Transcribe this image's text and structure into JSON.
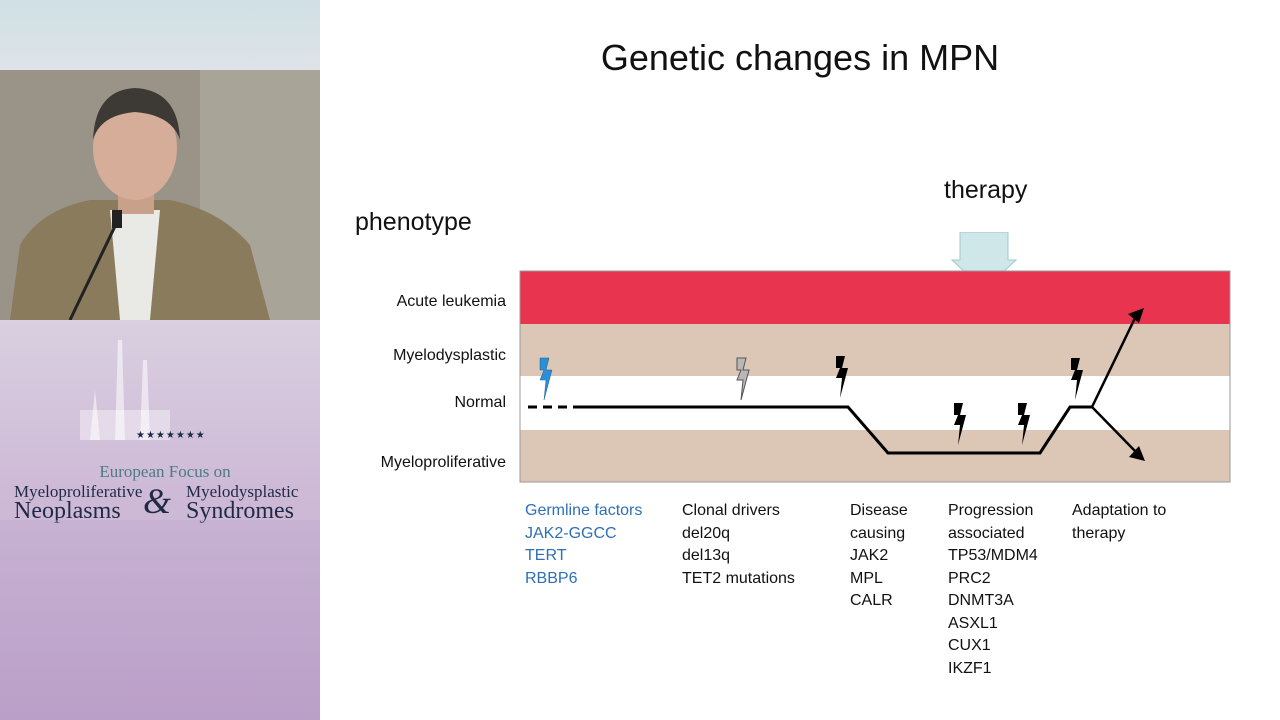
{
  "slide": {
    "title": "Genetic changes in MPN",
    "therapy_label": "therapy",
    "phenotype_label": "phenotype"
  },
  "phenotypes": {
    "acute": "Acute leukemia",
    "myelodysplastic": "Myelodysplastic",
    "normal": "Normal",
    "myeloproliferative": "Myeloproliferative"
  },
  "colors": {
    "acute_band": "#e8344e",
    "disease_band": "#dcc6b6",
    "normal_band": "#ffffff",
    "germline_text": "#2f6fb5",
    "therapy_arrow": "#cfe7e8",
    "germline_bolt": "#2b8fd6",
    "clonal_bolt": "#b8b8b8"
  },
  "columns": {
    "germline": {
      "title": "Germline factors",
      "items": [
        "JAK2-GGCC",
        "TERT",
        "RBBP6"
      ]
    },
    "clonal": {
      "title": "Clonal drivers",
      "items": [
        "del20q",
        "del13q",
        "TET2 mutations"
      ]
    },
    "disease": {
      "title_1": "Disease",
      "title_2": "causing",
      "items": [
        "JAK2",
        "MPL",
        "CALR"
      ]
    },
    "progression": {
      "title_1": "Progression",
      "title_2": "associated",
      "items": [
        "TP53/MDM4",
        "PRC2",
        "DNMT3A",
        "ASXL1",
        "CUX1",
        "IKZF1"
      ]
    },
    "adaptation": {
      "title_1": "Adaptation to",
      "title_2": "therapy"
    }
  },
  "sidebar": {
    "logo_title": "European Focus on",
    "logo_line1_left": "Myeloproliferative",
    "logo_line1_right": "Myelodysplastic",
    "logo_line2_left": "Neoplasms",
    "logo_line2_right": "Syndromes",
    "logo_amp": "&",
    "logo_stars": "★★★★★★★"
  }
}
